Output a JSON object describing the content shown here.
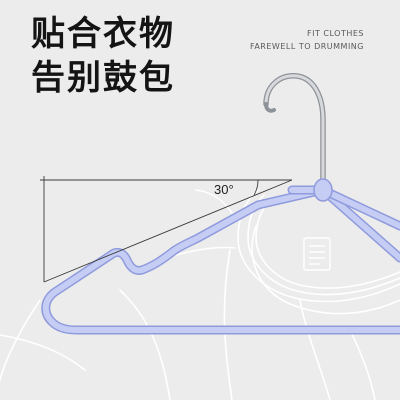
{
  "headline": {
    "line1": "贴合衣物",
    "line2": "告别鼓包"
  },
  "subtitle": {
    "line1": "FIT CLOTHES",
    "line2": "FAREWELL TO DRUMMING"
  },
  "angle_label": "30°",
  "colors": {
    "background": "#ececec",
    "hanger_fill": "#c3cbf4",
    "hanger_edge": "#93a0de",
    "hook_metal": "#c9ccd1",
    "shirt_line": "#ffffff",
    "guide_line": "#3a3a3a"
  }
}
